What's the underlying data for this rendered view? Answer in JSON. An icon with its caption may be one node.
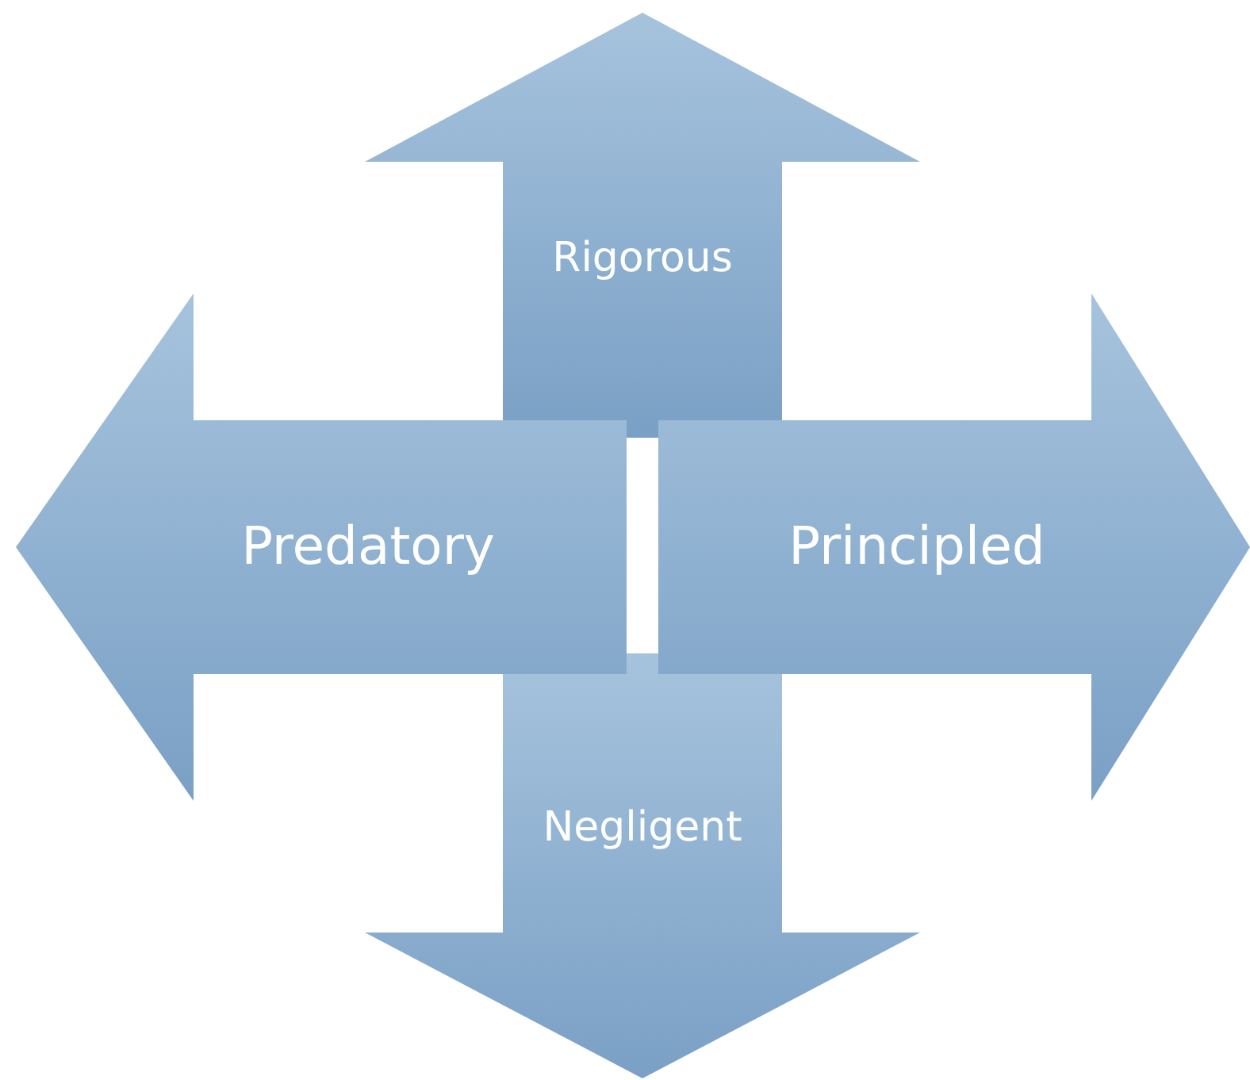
{
  "diagram": {
    "nodes": [
      {
        "text": [
          "Rigorous"
        ]
      },
      {
        "text": [
          "Predatory"
        ]
      },
      {
        "text": [
          "Principled"
        ]
      },
      {
        "text": [
          "Negligent"
        ]
      }
    ]
  }
}
